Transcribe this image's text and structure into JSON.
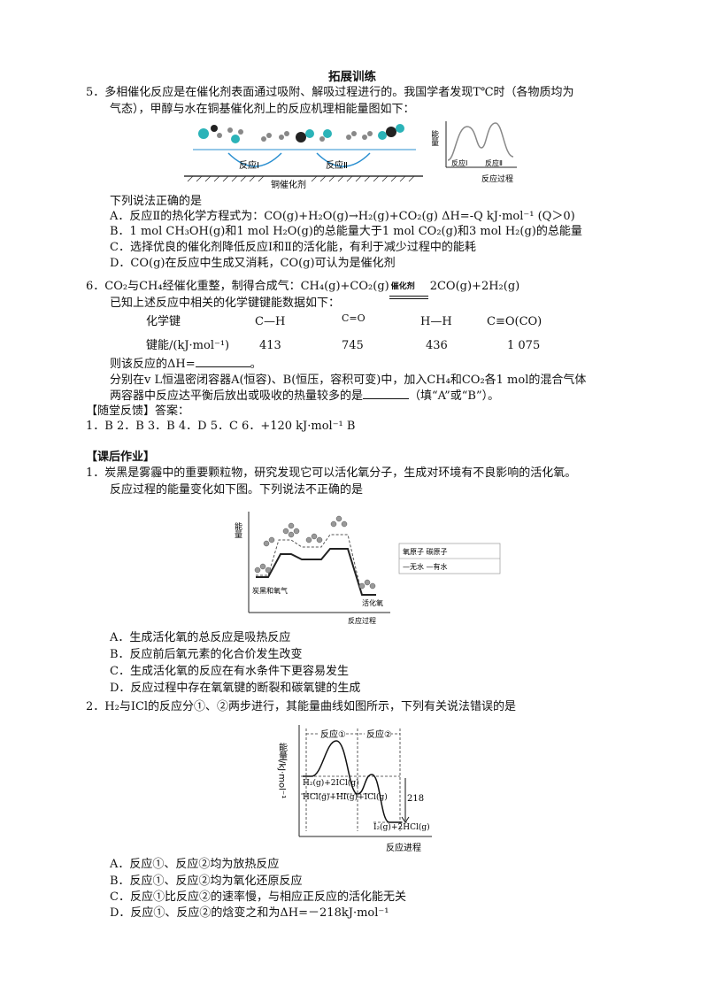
{
  "page_title": "拓展训练",
  "q5": {
    "stem_l1": "5．多相催化反应是在催化剂表面通过吸附、解吸过程进行的。我国学者发现T℃时（各物质均为",
    "stem_l2": "气态），甲醇与水在铜基催化剂上的反应机理相能量图如下：",
    "fig_label_r1": "反应Ⅰ",
    "fig_label_r2": "反应Ⅱ",
    "fig_label_cat": "铜催化剂",
    "fig2_ylabel": "能量",
    "fig2_r1": "反应Ⅰ",
    "fig2_r2": "反应Ⅱ",
    "fig2_xlabel": "反应过程",
    "prompt": "下列说法正确的是",
    "opt_a": "A．反应Ⅱ的热化学方程式为：CO(g)+H₂O(g)→H₂(g)+CO₂(g) ΔH=-Q kJ·mol⁻¹ (Q＞0)",
    "opt_b": "B．1 mol CH₃OH(g)和1 mol H₂O(g)的总能量大于1 mol CO₂(g)和3 mol H₂(g)的总能量",
    "opt_c": "C．选择优良的催化剂降低反应Ⅰ和Ⅱ的活化能，有利于减少过程中的能耗",
    "opt_d": "D．CO(g)在反应中生成又消耗，CO(g)可认为是催化剂"
  },
  "q6": {
    "stem": "6．CO₂与CH₄经催化重整，制得合成气：CH₄(g)+CO₂(g)",
    "catalyst": "催化剂",
    "stem_tail": "2CO(g)+2H₂(g)",
    "known": "已知上述反应中相关的化学键键能数据如下：",
    "table": {
      "row1": [
        "化学键",
        "C—H",
        "C=O",
        "H—H",
        "C≡O(CO)"
      ],
      "row2": [
        "键能/(kJ·mol⁻¹)",
        "413",
        "745",
        "436",
        "1 075"
      ]
    },
    "q_dh": "则该反应的ΔH=",
    "q_dh_end": "。",
    "p2_l1": "分别在v L恒温密闭容器A(恒容)、B(恒压，容积可变)中，加入CH₄和CO₂各1 mol的混合气体",
    "p2_l2": "两容器中反应达平衡后放出或吸收的热量较多的是",
    "p2_l2_end": "（填“A”或“B”）。"
  },
  "feedback": {
    "label": "【随堂反馈】答案：",
    "answers": "1．B  2．B   3．B   4．D   5．C   6．+120 kJ·mol⁻¹   B"
  },
  "homework": {
    "label": "【课后作业】",
    "q1_l1": "1．炭黑是雾霾中的重要颗粒物，研究发现它可以活化氧分子，生成对环境有不良影响的活化氧。",
    "q1_l2": "反应过程的能量变化如下图。下列说法不正确的是",
    "fig_ylabel": "能量",
    "fig_legend1": "氧原子  碳原子",
    "fig_legend2": "—无水  —有水",
    "fig_start": "炭黑和氧气",
    "fig_end": "活化氧",
    "fig_xlabel": "反应过程",
    "q1_a": "A．生成活化氧的总反应是吸热反应",
    "q1_b": "B．反应前后氧元素的化合价发生改变",
    "q1_c": "C．生成活化氧的反应在有水条件下更容易发生",
    "q1_d": "D．反应过程中存在氧氧键的断裂和碳氧键的生成",
    "q2_stem": "2．H₂与ICl的反应分①、②两步进行，其能量曲线如图所示，下列有关说法错误的是",
    "fig2_r1": "反应①",
    "fig2_r2": "反应②",
    "fig2_ylabel": "能量/kJ·mol⁻¹",
    "fig2_s1": "H₂(g)+2ICl(g)",
    "fig2_s2": "HCl(g)+HI(g)+ICl(g)",
    "fig2_s3": "I₂(g)+2HCl(g)",
    "fig2_value": "218",
    "fig2_xlabel": "反应进程",
    "q2_a": "A．反应①、反应②均为放热反应",
    "q2_b": "B．反应①、反应②均为氧化还原反应",
    "q2_c": "C．反应①比反应②的速率慢，与相应正反应的活化能无关",
    "q2_d": "D．反应①、反应②的焓变之和为ΔH=－218kJ·mol⁻¹"
  }
}
